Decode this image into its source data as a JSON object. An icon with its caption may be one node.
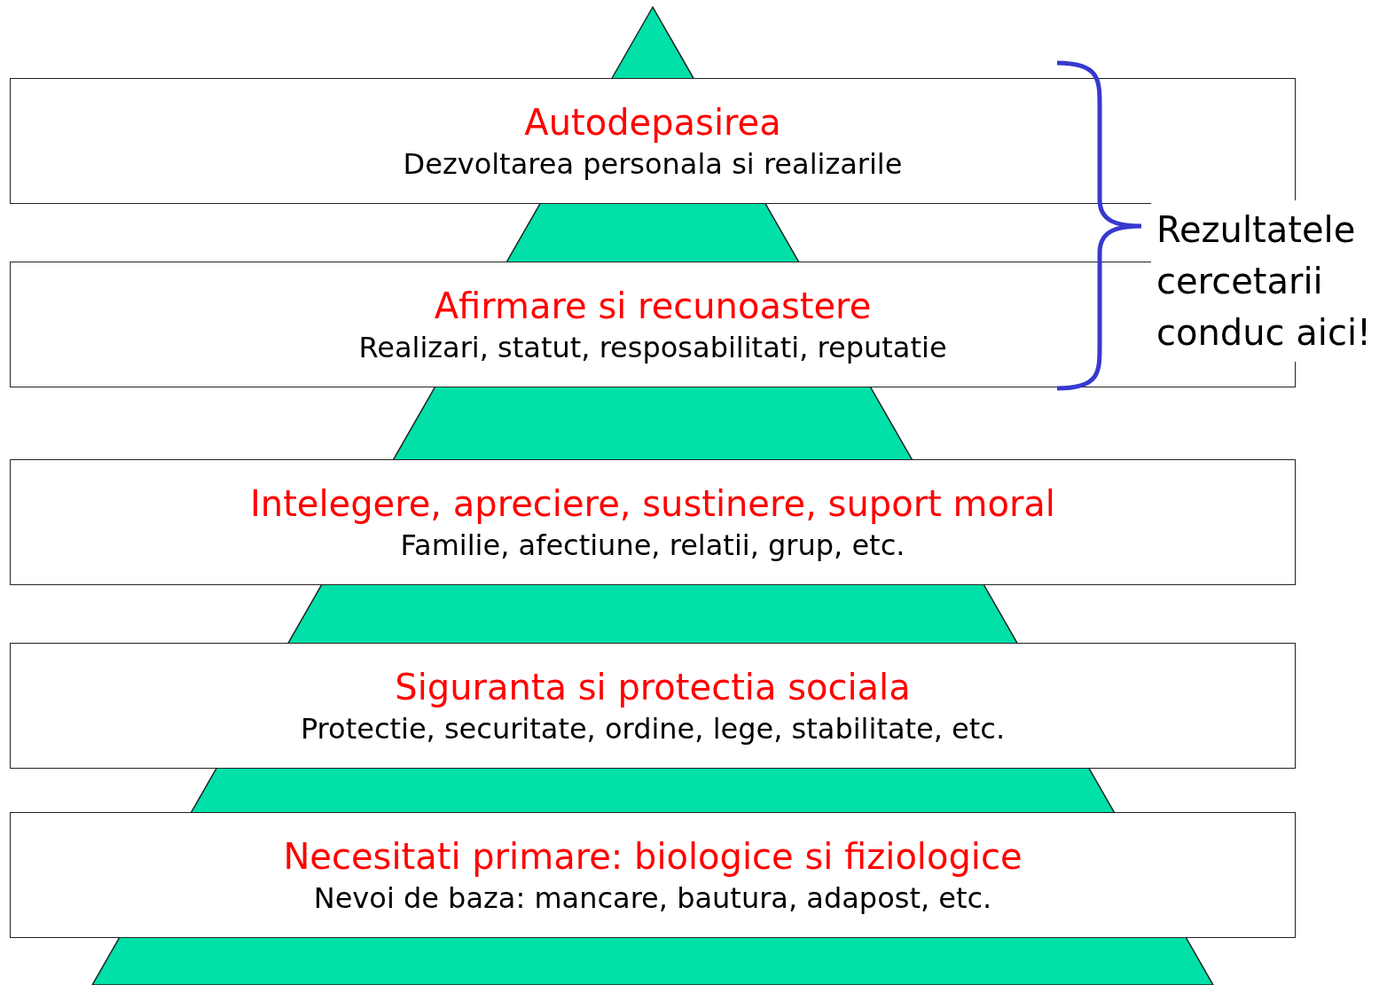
{
  "diagram": {
    "nodes": [
      {
        "text": [
          "Autodepasirea",
          "Dezvoltarea personala si realizarile"
        ]
      },
      {
        "text": [
          "Afirmare si recunoastere",
          "Realizari, statut, resposabilitati, reputatie"
        ]
      },
      {
        "text": [
          "Intelegere, apreciere, sustinere, suport moral",
          "Familie, afectiune, relatii, grup, etc."
        ]
      },
      {
        "text": [
          "Siguranta si protectia sociala",
          "Protectie, securitate, ordine, lege, stabilitate, etc."
        ]
      },
      {
        "text": [
          "Necesitati primare: biologice si fiziologice",
          "Nevoi de baza: mancare, bautura, adapost, etc."
        ]
      }
    ],
    "edges": [],
    "labels": [
      "Rezultatele cercetarii conduc aici!"
    ]
  }
}
